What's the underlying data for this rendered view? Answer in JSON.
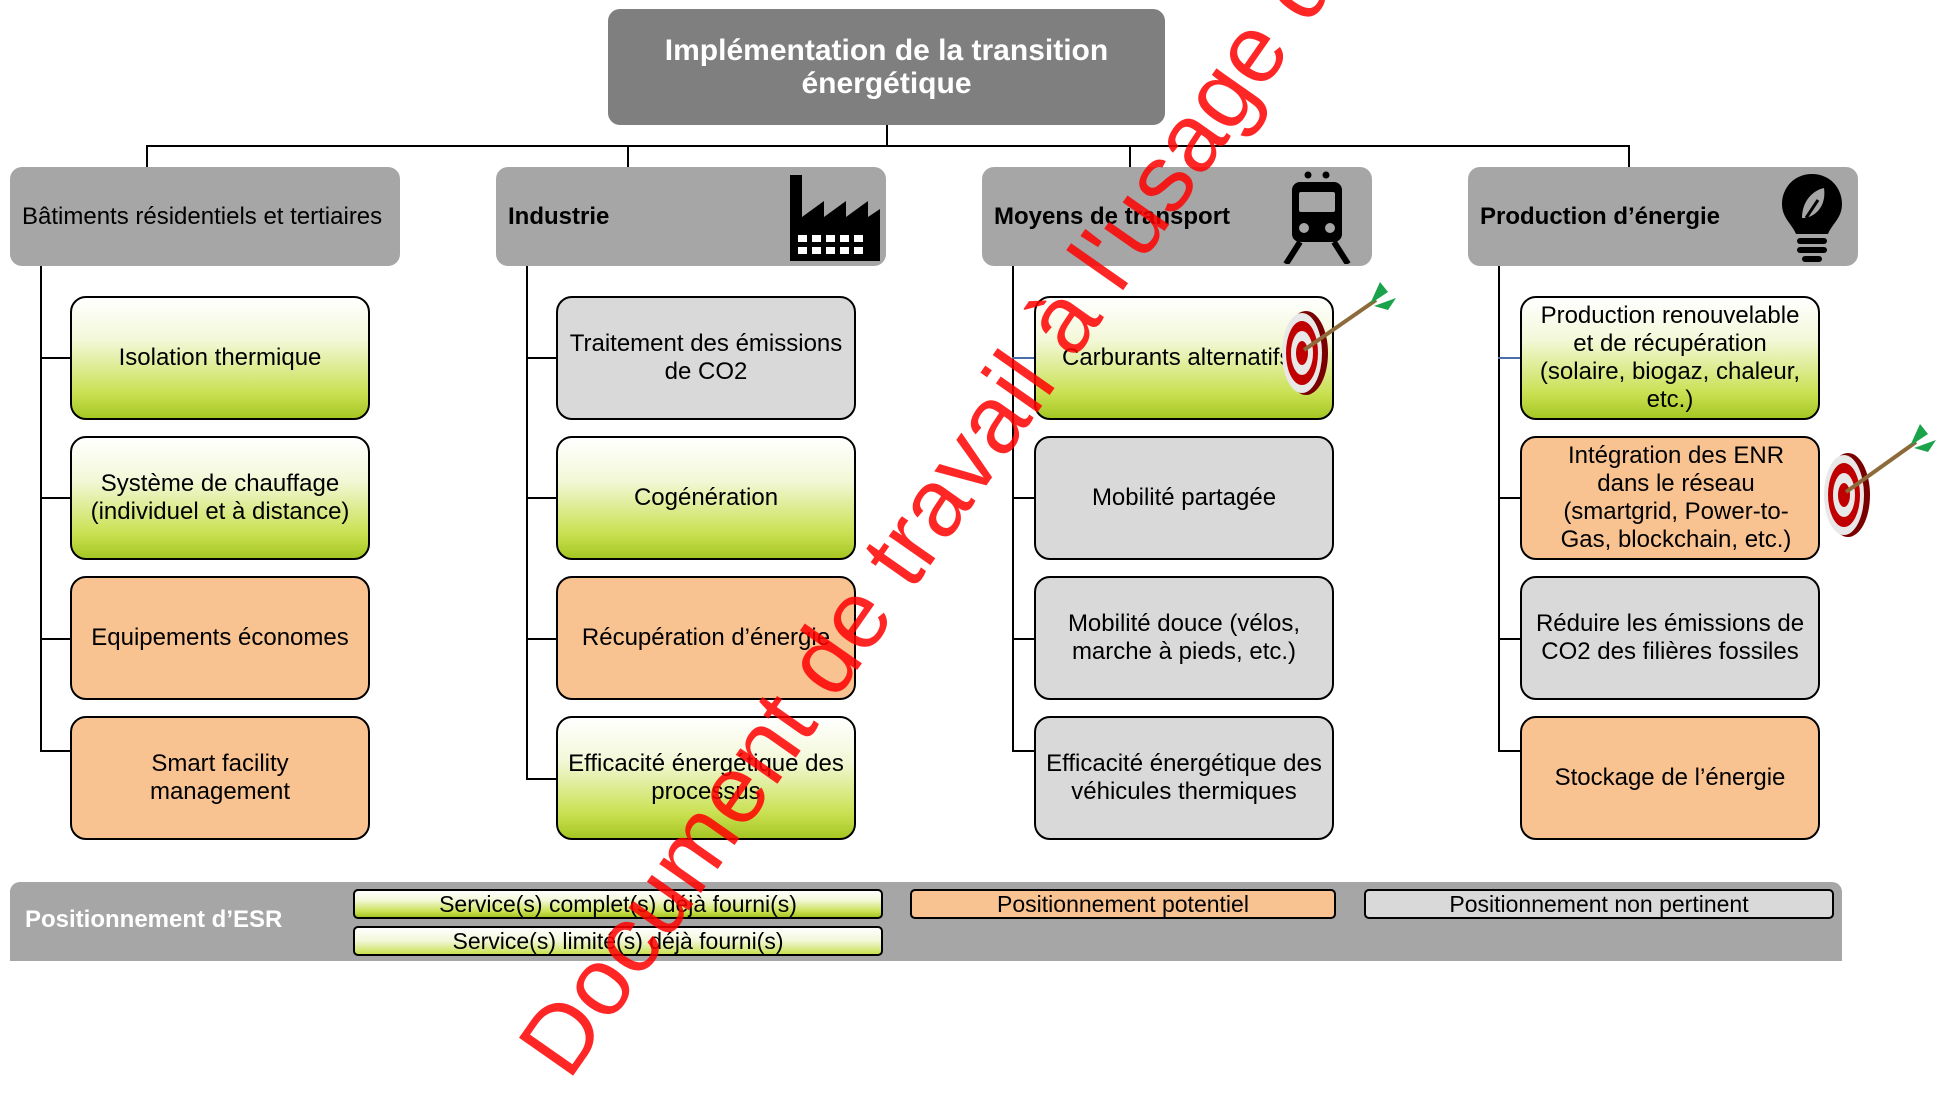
{
  "title": "Implémentation de la transition énergétique",
  "categories": [
    {
      "label": "Bâtiments résidentiels et tertiaires",
      "items": [
        {
          "text": "Isolation thermique",
          "status": "green"
        },
        {
          "text": "Système de chauffage (individuel et à distance)",
          "status": "green"
        },
        {
          "text": "Equipements économes",
          "status": "orange"
        },
        {
          "text": "Smart facility management",
          "status": "orange"
        }
      ]
    },
    {
      "label": "Industrie",
      "icon": "factory-icon",
      "items": [
        {
          "text": "Traitement des émissions de CO2",
          "status": "grey"
        },
        {
          "text": "Cogénération",
          "status": "green"
        },
        {
          "text": "Récupération d’énergie",
          "status": "orange"
        },
        {
          "text": "Efficacité énergétique des processus",
          "status": "green"
        }
      ]
    },
    {
      "label": "Moyens de transport",
      "icon": "train-icon",
      "items": [
        {
          "text": "Carburants alternatifs",
          "status": "green",
          "marker": "target-icon"
        },
        {
          "text": "Mobilité partagée",
          "status": "grey"
        },
        {
          "text": "Mobilité douce (vélos, marche à pieds, etc.)",
          "status": "grey"
        },
        {
          "text": "Efficacité énergétique des véhicules thermiques",
          "status": "grey"
        }
      ]
    },
    {
      "label": "Production d’énergie",
      "icon": "lightbulb-leaf-icon",
      "items": [
        {
          "text": "Production renouvelable et de récupération (solaire, biogaz, chaleur, etc.)",
          "status": "green"
        },
        {
          "text": "Intégration des ENR dans le réseau (smartgrid, Power-to-Gas, blockchain, etc.)",
          "status": "orange",
          "marker": "target-icon"
        },
        {
          "text": "Réduire les émissions de CO2 des filières fossiles",
          "status": "grey"
        },
        {
          "text": "Stockage de l’énergie",
          "status": "orange"
        }
      ]
    }
  ],
  "legend": {
    "title": "Positionnement d’ESR",
    "items": [
      {
        "label": "Service(s) complet(s) déjà fourni(s)",
        "status": "green-full"
      },
      {
        "label": "Service(s) limité(s) déjà fourni(s)",
        "status": "green-partial"
      },
      {
        "label": "Positionnement potentiel",
        "status": "orange"
      },
      {
        "label": "Positionnement non pertinent",
        "status": "grey"
      }
    ]
  },
  "watermark": "Document de travail à l'usage du C",
  "colors": {
    "green": "#a5c623",
    "orange": "#f8c291",
    "grey": "#d9d9d9",
    "header": "#7f7f7f",
    "category": "#a6a6a6"
  }
}
